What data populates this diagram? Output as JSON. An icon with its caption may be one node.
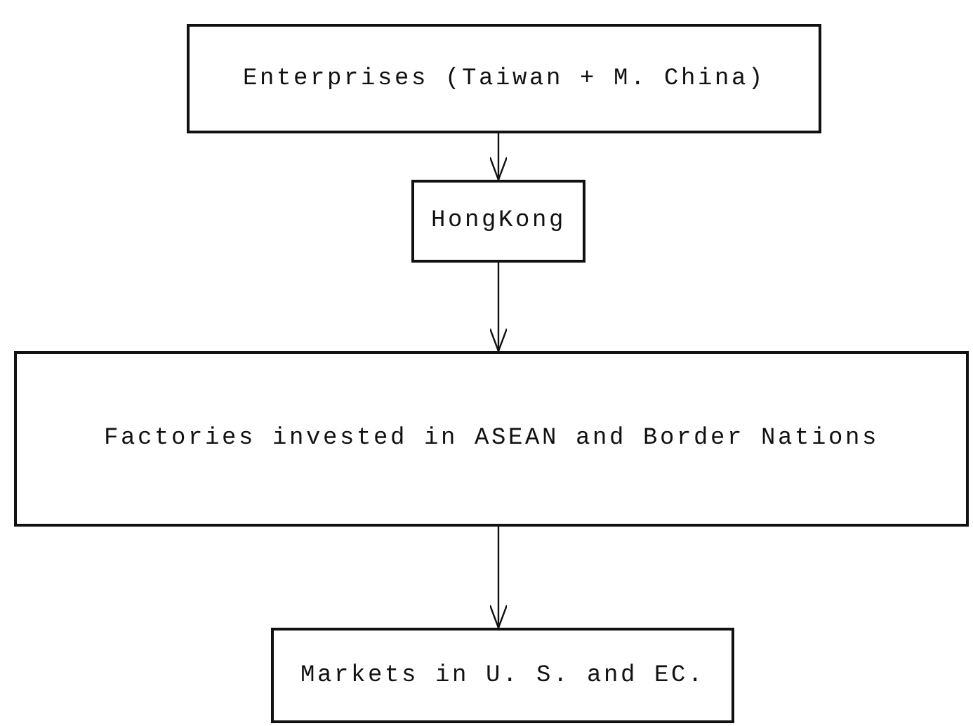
{
  "diagram": {
    "nodes": [
      {
        "text": [
          "Enterprises (Taiwan + M. China)"
        ]
      },
      {
        "text": [
          "HongKong"
        ]
      },
      {
        "text": [
          "Factories invested in ASEAN and Border Nations"
        ]
      },
      {
        "text": [
          "Markets in U. S. and EC."
        ]
      }
    ],
    "edges": [
      {
        "from": 0,
        "to": 1,
        "arrow": "to"
      },
      {
        "from": 1,
        "to": 2,
        "arrow": "to"
      },
      {
        "from": 2,
        "to": 3,
        "arrow": "to"
      }
    ]
  }
}
